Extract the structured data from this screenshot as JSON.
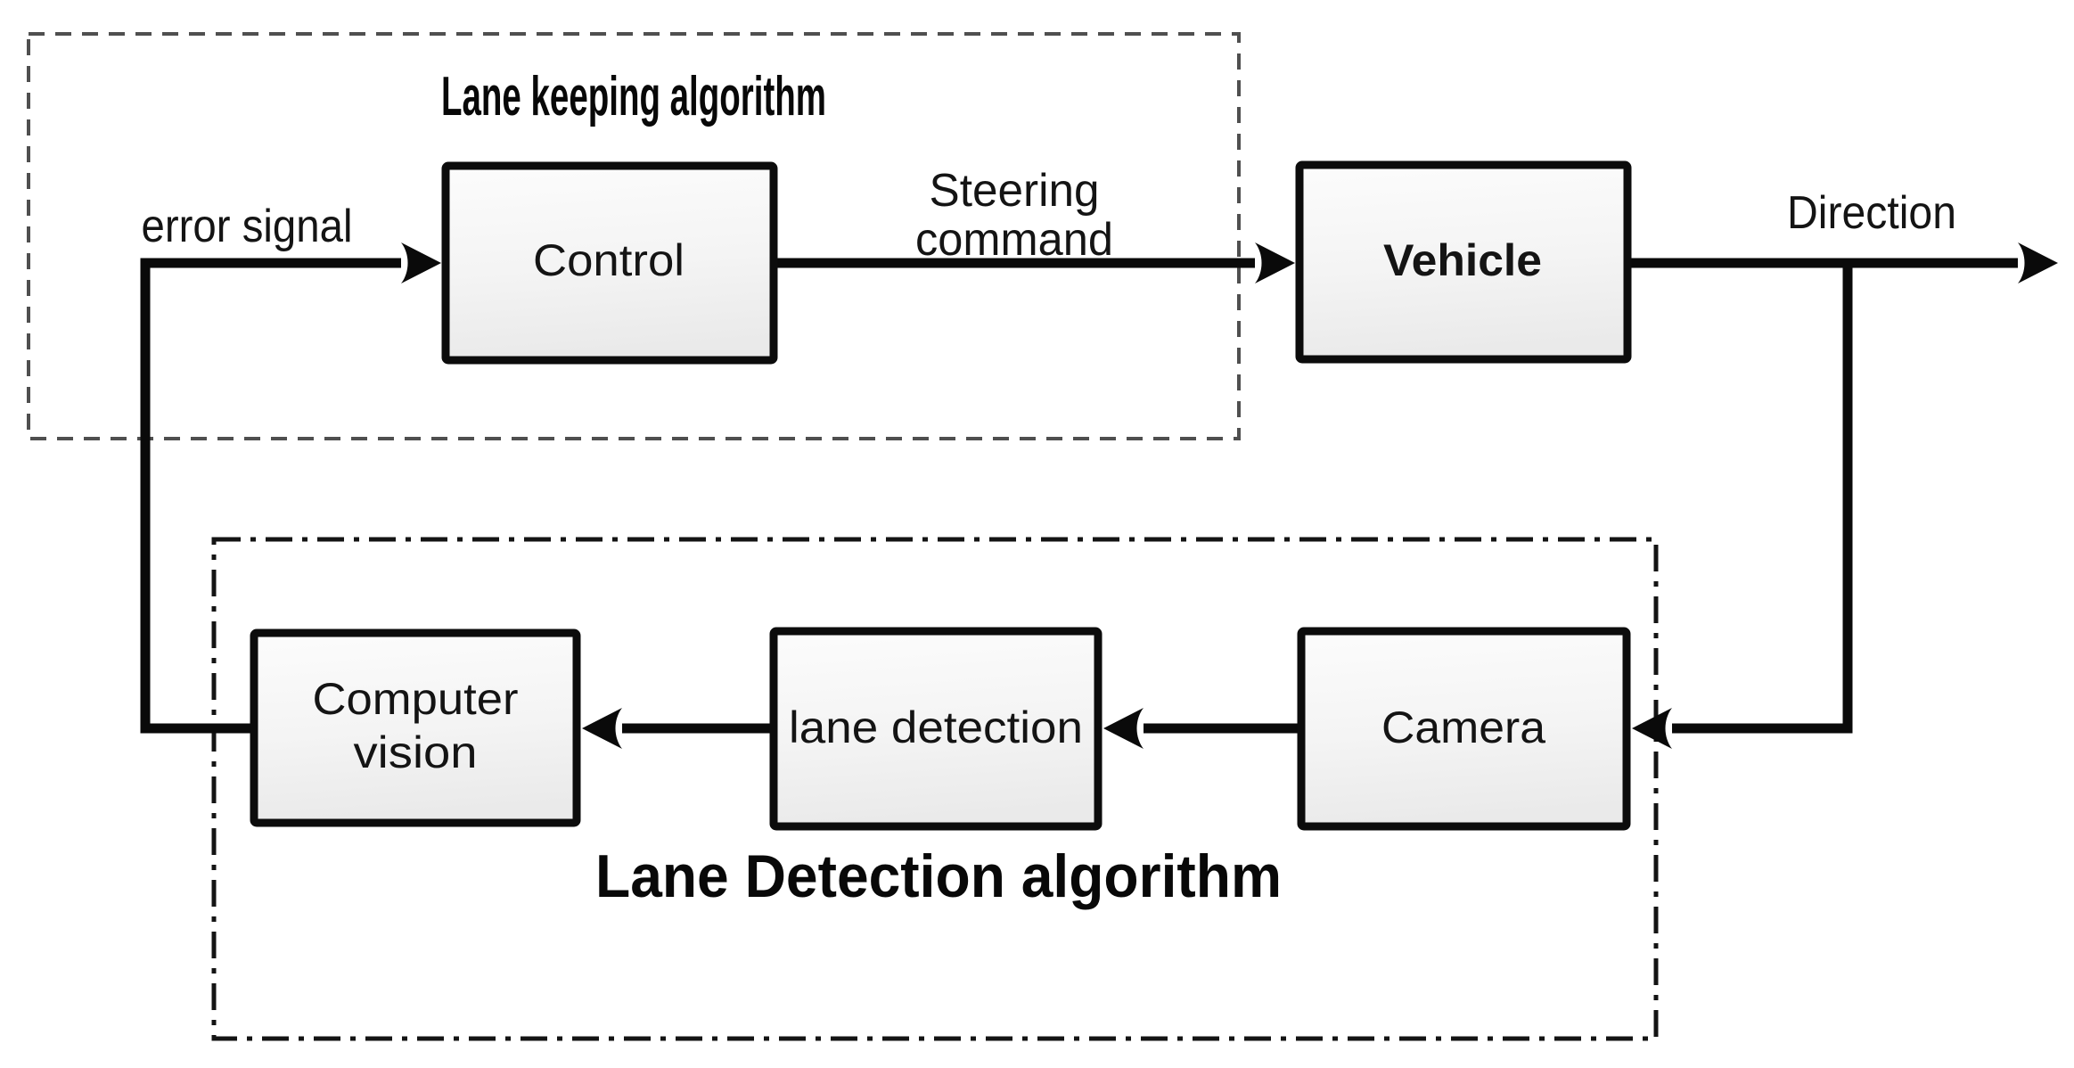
{
  "diagram": {
    "background_color": "#ffffff",
    "connector_color": "#0a0a0a",
    "block_border_color": "#0c0c0c",
    "block_fill_top": "#fcfcfc",
    "block_fill_bottom": "#eaeaea",
    "text_color": "#141414",
    "keeping_group": {
      "title": "Lane keeping algorithm",
      "border_style": "dashed",
      "border_color": "#4f4f4f"
    },
    "detection_group": {
      "title": "Lane Detection algorithm",
      "border_style": "dash-dot",
      "border_color": "#141414"
    },
    "blocks": {
      "control": {
        "label": "Control"
      },
      "vehicle": {
        "label": "Vehicle"
      },
      "computer_vision": {
        "label_line1": "Computer",
        "label_line2": "vision"
      },
      "lane_detection": {
        "label": "lane detection"
      },
      "camera": {
        "label": "Camera"
      }
    },
    "signals": {
      "error": {
        "label": "error signal"
      },
      "steering": {
        "label_line1": "Steering",
        "label_line2": "command"
      },
      "direction": {
        "label": "Direction"
      }
    }
  }
}
